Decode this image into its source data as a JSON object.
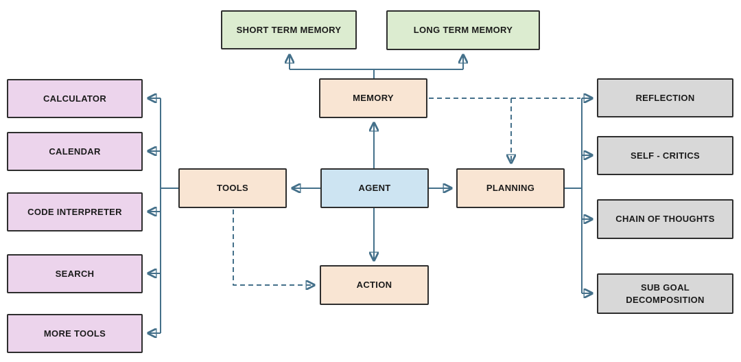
{
  "colors": {
    "background": "#ffffff",
    "memory_green": "#dcecd0",
    "core_peach": "#f9e5d3",
    "agent_blue": "#cde4f2",
    "tool_purple": "#ecd4ec",
    "planning_gray": "#d8d8d8",
    "box_border": "#2e2e2e",
    "connector": "#44708a",
    "text": "#1b1b1b"
  },
  "nodes": {
    "short_term_memory": "SHORT TERM MEMORY",
    "long_term_memory": "LONG TERM MEMORY",
    "memory": "MEMORY",
    "agent": "AGENT",
    "tools": "TOOLS",
    "planning": "PLANNING",
    "action": "ACTION",
    "calculator": "CALCULATOR",
    "calendar": "CALENDAR",
    "code_interpreter": "CODE INTERPRETER",
    "search": "SEARCH",
    "more_tools": "MORE TOOLS",
    "reflection": "REFLECTION",
    "self_critics": "SELF - CRITICS",
    "chain_of_thoughts": "CHAIN OF THOUGHTS",
    "sub_goal_decomposition": "SUB GOAL DECOMPOSITION"
  },
  "edges": [
    {
      "from": "memory",
      "to": "short_term_memory",
      "style": "solid-arrow"
    },
    {
      "from": "memory",
      "to": "long_term_memory",
      "style": "solid-arrow"
    },
    {
      "from": "agent",
      "to": "memory",
      "style": "solid-arrow"
    },
    {
      "from": "agent",
      "to": "tools",
      "style": "solid-arrow"
    },
    {
      "from": "agent",
      "to": "planning",
      "style": "solid-arrow"
    },
    {
      "from": "agent",
      "to": "action",
      "style": "solid-arrow"
    },
    {
      "from": "tools",
      "to": "calculator",
      "style": "solid-arrow"
    },
    {
      "from": "tools",
      "to": "calendar",
      "style": "solid-arrow"
    },
    {
      "from": "tools",
      "to": "code_interpreter",
      "style": "solid-arrow"
    },
    {
      "from": "tools",
      "to": "search",
      "style": "solid-arrow"
    },
    {
      "from": "tools",
      "to": "more_tools",
      "style": "solid-arrow"
    },
    {
      "from": "planning",
      "to": "reflection",
      "style": "solid-arrow"
    },
    {
      "from": "planning",
      "to": "self_critics",
      "style": "solid-arrow"
    },
    {
      "from": "planning",
      "to": "chain_of_thoughts",
      "style": "solid-arrow"
    },
    {
      "from": "planning",
      "to": "sub_goal_decomposition",
      "style": "solid-arrow"
    },
    {
      "from": "memory",
      "to": "planning",
      "style": "dashed-arrow"
    },
    {
      "from": "memory",
      "to": "reflection",
      "style": "dashed"
    },
    {
      "from": "tools",
      "to": "action",
      "style": "dashed-arrow"
    }
  ]
}
